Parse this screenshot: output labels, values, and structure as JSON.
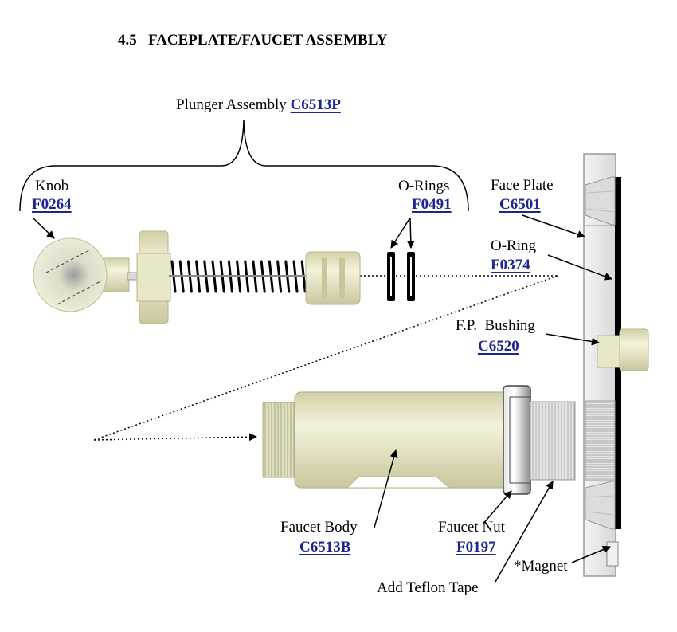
{
  "title": "4.5   FACEPLATE/FAUCET ASSEMBLY",
  "plunger_assembly": {
    "label": "Plunger Assembly",
    "part": "C6513P"
  },
  "knob": {
    "label": "Knob",
    "part": "F0264"
  },
  "o_rings": {
    "label": "O-Rings",
    "part": "F0491"
  },
  "face_plate": {
    "label": "Face Plate",
    "part": "C6501"
  },
  "o_ring": {
    "label": "O-Ring",
    "part": "F0374"
  },
  "fp_bushing": {
    "label": "F.P.  Bushing",
    "part": "C6520"
  },
  "faucet_body": {
    "label": "Faucet Body",
    "part": "C6513B"
  },
  "faucet_nut": {
    "label": "Faucet Nut",
    "part": "F0197"
  },
  "magnet": {
    "label": "*Magnet"
  },
  "teflon": {
    "label": "Add Teflon Tape"
  },
  "colors": {
    "part_link": "#1c2590",
    "part_fill": "#ecebc8",
    "part_shade": "#c8c69a"
  }
}
